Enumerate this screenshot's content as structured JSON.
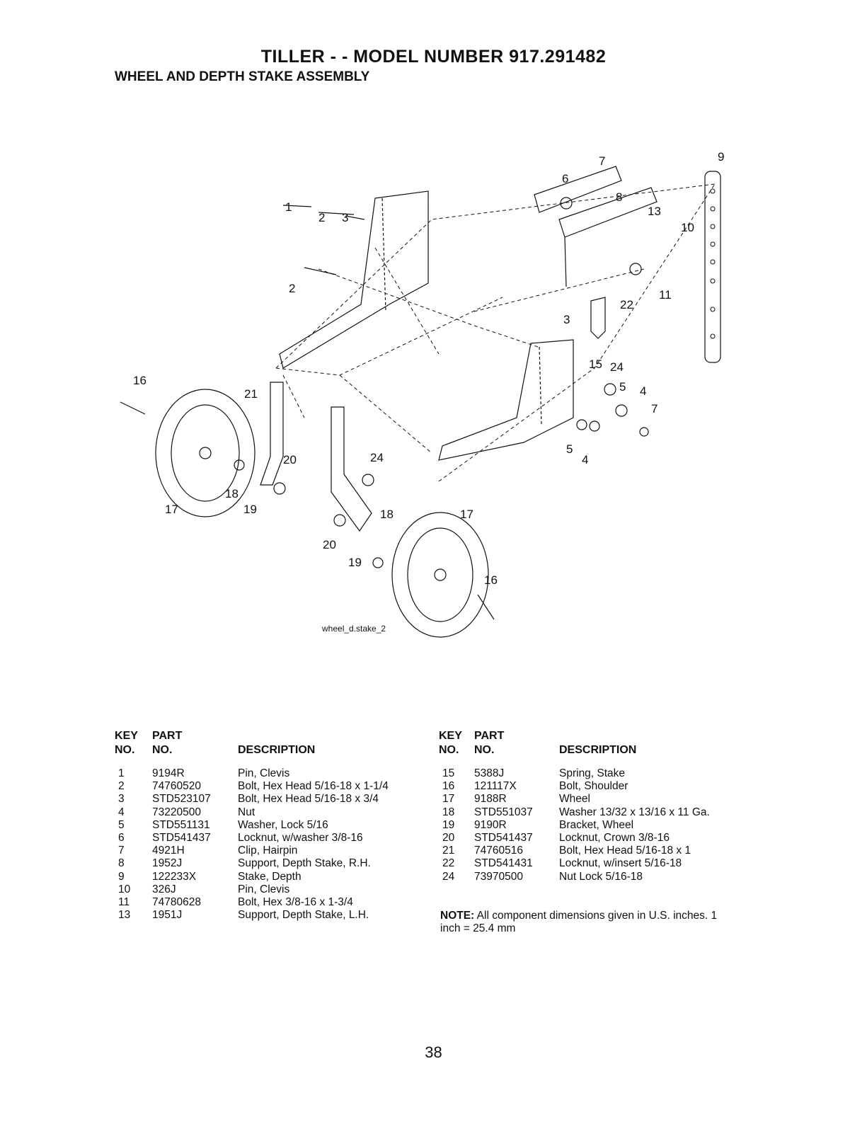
{
  "header": {
    "title": "TILLER - - MODEL NUMBER 917.291482",
    "subtitle": "WHEEL AND DEPTH STAKE ASSEMBLY"
  },
  "diagram": {
    "caption": "wheel_d.stake_2",
    "callouts": [
      "1",
      "2",
      "3",
      "2",
      "3",
      "6",
      "7",
      "8",
      "9",
      "13",
      "10",
      "11",
      "22",
      "15",
      "24",
      "5",
      "4",
      "7",
      "5",
      "4",
      "16",
      "21",
      "20",
      "18",
      "17",
      "19",
      "24",
      "18",
      "17",
      "20",
      "19",
      "16"
    ]
  },
  "parts_table_headers": {
    "key": "KEY",
    "no": "NO.",
    "part": "PART",
    "part_no": "NO.",
    "description": "DESCRIPTION"
  },
  "parts_left": [
    {
      "key": "1",
      "part": "9194R",
      "desc": "Pin, Clevis"
    },
    {
      "key": "2",
      "part": "74760520",
      "desc": "Bolt, Hex Head 5/16-18 x 1-1/4"
    },
    {
      "key": "3",
      "part": "STD523107",
      "desc": "Bolt, Hex Head 5/16-18 x 3/4"
    },
    {
      "key": "4",
      "part": "73220500",
      "desc": "Nut"
    },
    {
      "key": "5",
      "part": "STD551131",
      "desc": "Washer, Lock 5/16"
    },
    {
      "key": "6",
      "part": "STD541437",
      "desc": "Locknut, w/washer 3/8-16"
    },
    {
      "key": "7",
      "part": "4921H",
      "desc": "Clip, Hairpin"
    },
    {
      "key": "8",
      "part": "1952J",
      "desc": "Support, Depth Stake, R.H."
    },
    {
      "key": "9",
      "part": "122233X",
      "desc": "Stake, Depth"
    },
    {
      "key": "10",
      "part": "326J",
      "desc": "Pin, Clevis"
    },
    {
      "key": "11",
      "part": "74780628",
      "desc": "Bolt, Hex 3/8-16 x 1-3/4"
    },
    {
      "key": "13",
      "part": "1951J",
      "desc": "Support, Depth Stake, L.H."
    }
  ],
  "parts_right": [
    {
      "key": "15",
      "part": "5388J",
      "desc": "Spring, Stake"
    },
    {
      "key": "16",
      "part": "121117X",
      "desc": "Bolt, Shoulder"
    },
    {
      "key": "17",
      "part": "9188R",
      "desc": "Wheel"
    },
    {
      "key": "18",
      "part": "STD551037",
      "desc": "Washer 13/32 x 13/16 x 11 Ga."
    },
    {
      "key": "19",
      "part": "9190R",
      "desc": "Bracket, Wheel"
    },
    {
      "key": "20",
      "part": "STD541437",
      "desc": "Locknut, Crown 3/8-16"
    },
    {
      "key": "21",
      "part": "74760516",
      "desc": "Bolt, Hex Head 5/16-18 x 1"
    },
    {
      "key": "22",
      "part": "STD541431",
      "desc": "Locknut, w/insert 5/16-18"
    },
    {
      "key": "24",
      "part": "73970500",
      "desc": "Nut Lock 5/16-18"
    }
  ],
  "note": {
    "label": "NOTE:",
    "text": "All component dimensions given in U.S. inches. 1 inch = 25.4 mm"
  },
  "page_number": "38"
}
